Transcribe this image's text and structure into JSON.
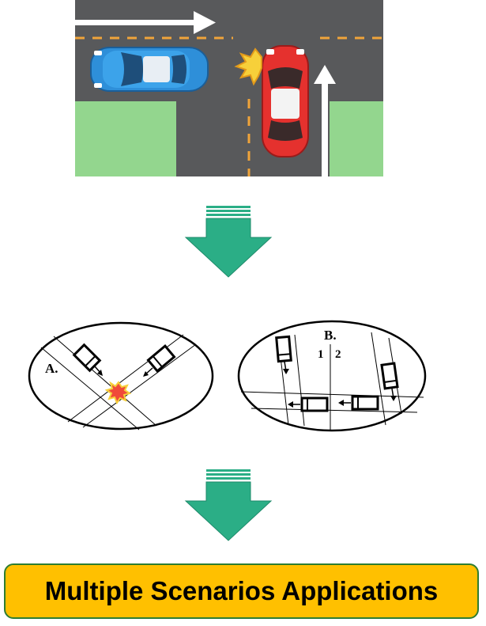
{
  "scenario_a_label": "A.",
  "scenario_b_label": "B.",
  "lane_label_1": "1",
  "lane_label_2": "2",
  "banner_text": "Multiple Scenarios Applications",
  "colors": {
    "road": "#58595B",
    "grass": "#93D68E",
    "lane_dash": "#F0A43A",
    "blue_car": "#2E8FD9",
    "red_car": "#E5312E",
    "down_arrow": "#2BAE86",
    "banner_fill": "#FFC000",
    "banner_border": "#2E7D32"
  },
  "icons": [
    "right-arrow-icon",
    "up-arrow-icon",
    "collision-burst-icon",
    "down-arrow-icon",
    "truck-icon"
  ]
}
